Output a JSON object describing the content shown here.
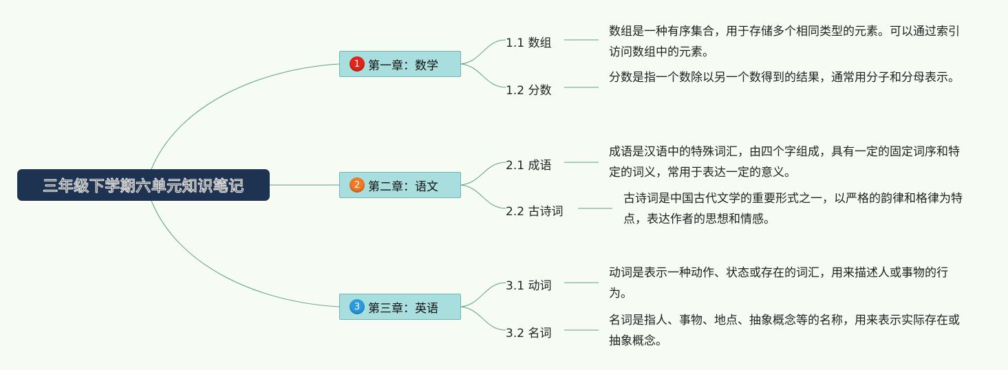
{
  "root": {
    "title": "三年级下学期六单元知识笔记"
  },
  "chapters": [
    {
      "badge": "1",
      "badge_color": "#e0261c",
      "label": "第一章：数学",
      "items": [
        {
          "label": "1.1 数组",
          "desc": "数组是一种有序集合，用于存储多个相同类型的元素。可以通过索引访问数组中的元素。"
        },
        {
          "label": "1.2 分数",
          "desc": "分数是指一个数除以另一个数得到的结果，通常用分子和分母表示。"
        }
      ]
    },
    {
      "badge": "2",
      "badge_color": "#ef7a25",
      "label": "第二章：语文",
      "items": [
        {
          "label": "2.1 成语",
          "desc": "成语是汉语中的特殊词汇，由四个字组成，具有一定的固定词序和特定的词义，常用于表达一定的意义。"
        },
        {
          "label": "2.2 古诗词",
          "desc": "古诗词是中国古代文学的重要形式之一，以严格的韵律和格律为特点，表达作者的思想和情感。"
        }
      ]
    },
    {
      "badge": "3",
      "badge_color": "#2b9be0",
      "label": "第三章：英语",
      "items": [
        {
          "label": "3.1 动词",
          "desc": "动词是表示一种动作、状态或存在的词汇，用来描述人或事物的行为。"
        },
        {
          "label": "3.2 名词",
          "desc": "名词是指人、事物、地点、抽象概念等的名称，用来表示实际存在或抽象概念。"
        }
      ]
    }
  ],
  "colors": {
    "line": "#5e9e86",
    "root_bg": "#1e3351",
    "chapter_bg": "#a8dede"
  }
}
